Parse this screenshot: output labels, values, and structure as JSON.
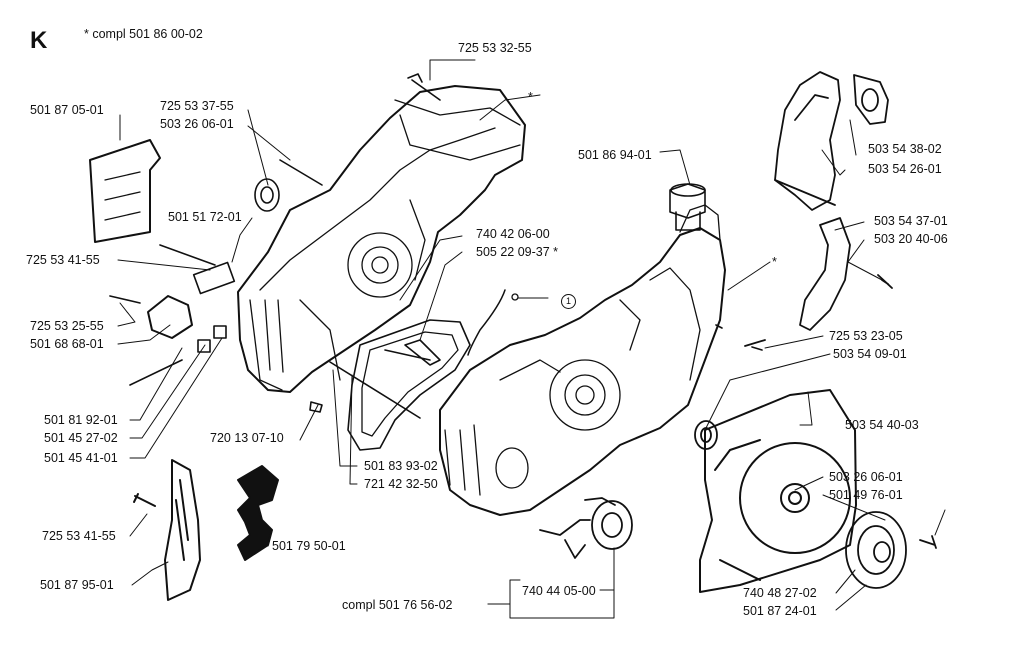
{
  "section_letter": "K",
  "header_note": "*  compl 501 86 00-02",
  "callout_marker": "1",
  "labels": {
    "l_725533255": "725 53 32-55",
    "l_501870501": "501 87 05-01",
    "l_725533755": "725 53 37-55",
    "l_503260601a": "503 26 06-01",
    "l_star_top": "*",
    "l_501869401": "501 86 94-01",
    "l_503543802": "503 54 38-02",
    "l_503542601": "503 54 26-01",
    "l_501517201": "501 51 72-01",
    "l_740420600": "740 42 06-00",
    "l_505220937": "505 22 09-37  *",
    "l_503543701": "503 54 37-01",
    "l_503204006": "503 20 40-06",
    "l_725534155a": "725 53 41-55",
    "l_star_mid": "*",
    "l_725532555": "725 53 25-55",
    "l_501686801": "501 68 68-01",
    "l_725532305": "725 53 23-05",
    "l_503540901": "503 54 09-01",
    "l_501819201": "501 81 92-01",
    "l_501452702": "501 45 27-02",
    "l_720130710": "720 13 07-10",
    "l_503544003": "503 54 40-03",
    "l_501454101": "501 45 41-01",
    "l_501839302": "501 83 93-02",
    "l_721423250": "721 42 32-50",
    "l_503260601b": "503 26 06-01",
    "l_501497601": "501 49 76-01",
    "l_725534155b": "725 53 41-55",
    "l_501795001": "501 79 50-01",
    "l_501879501": "501 87 95-01",
    "l_740482702": "740 48 27-02",
    "l_740440500": "740 44 05-00",
    "l_compl501765602": "compl 501 76 56-02",
    "l_501872401": "501 87 24-01"
  }
}
